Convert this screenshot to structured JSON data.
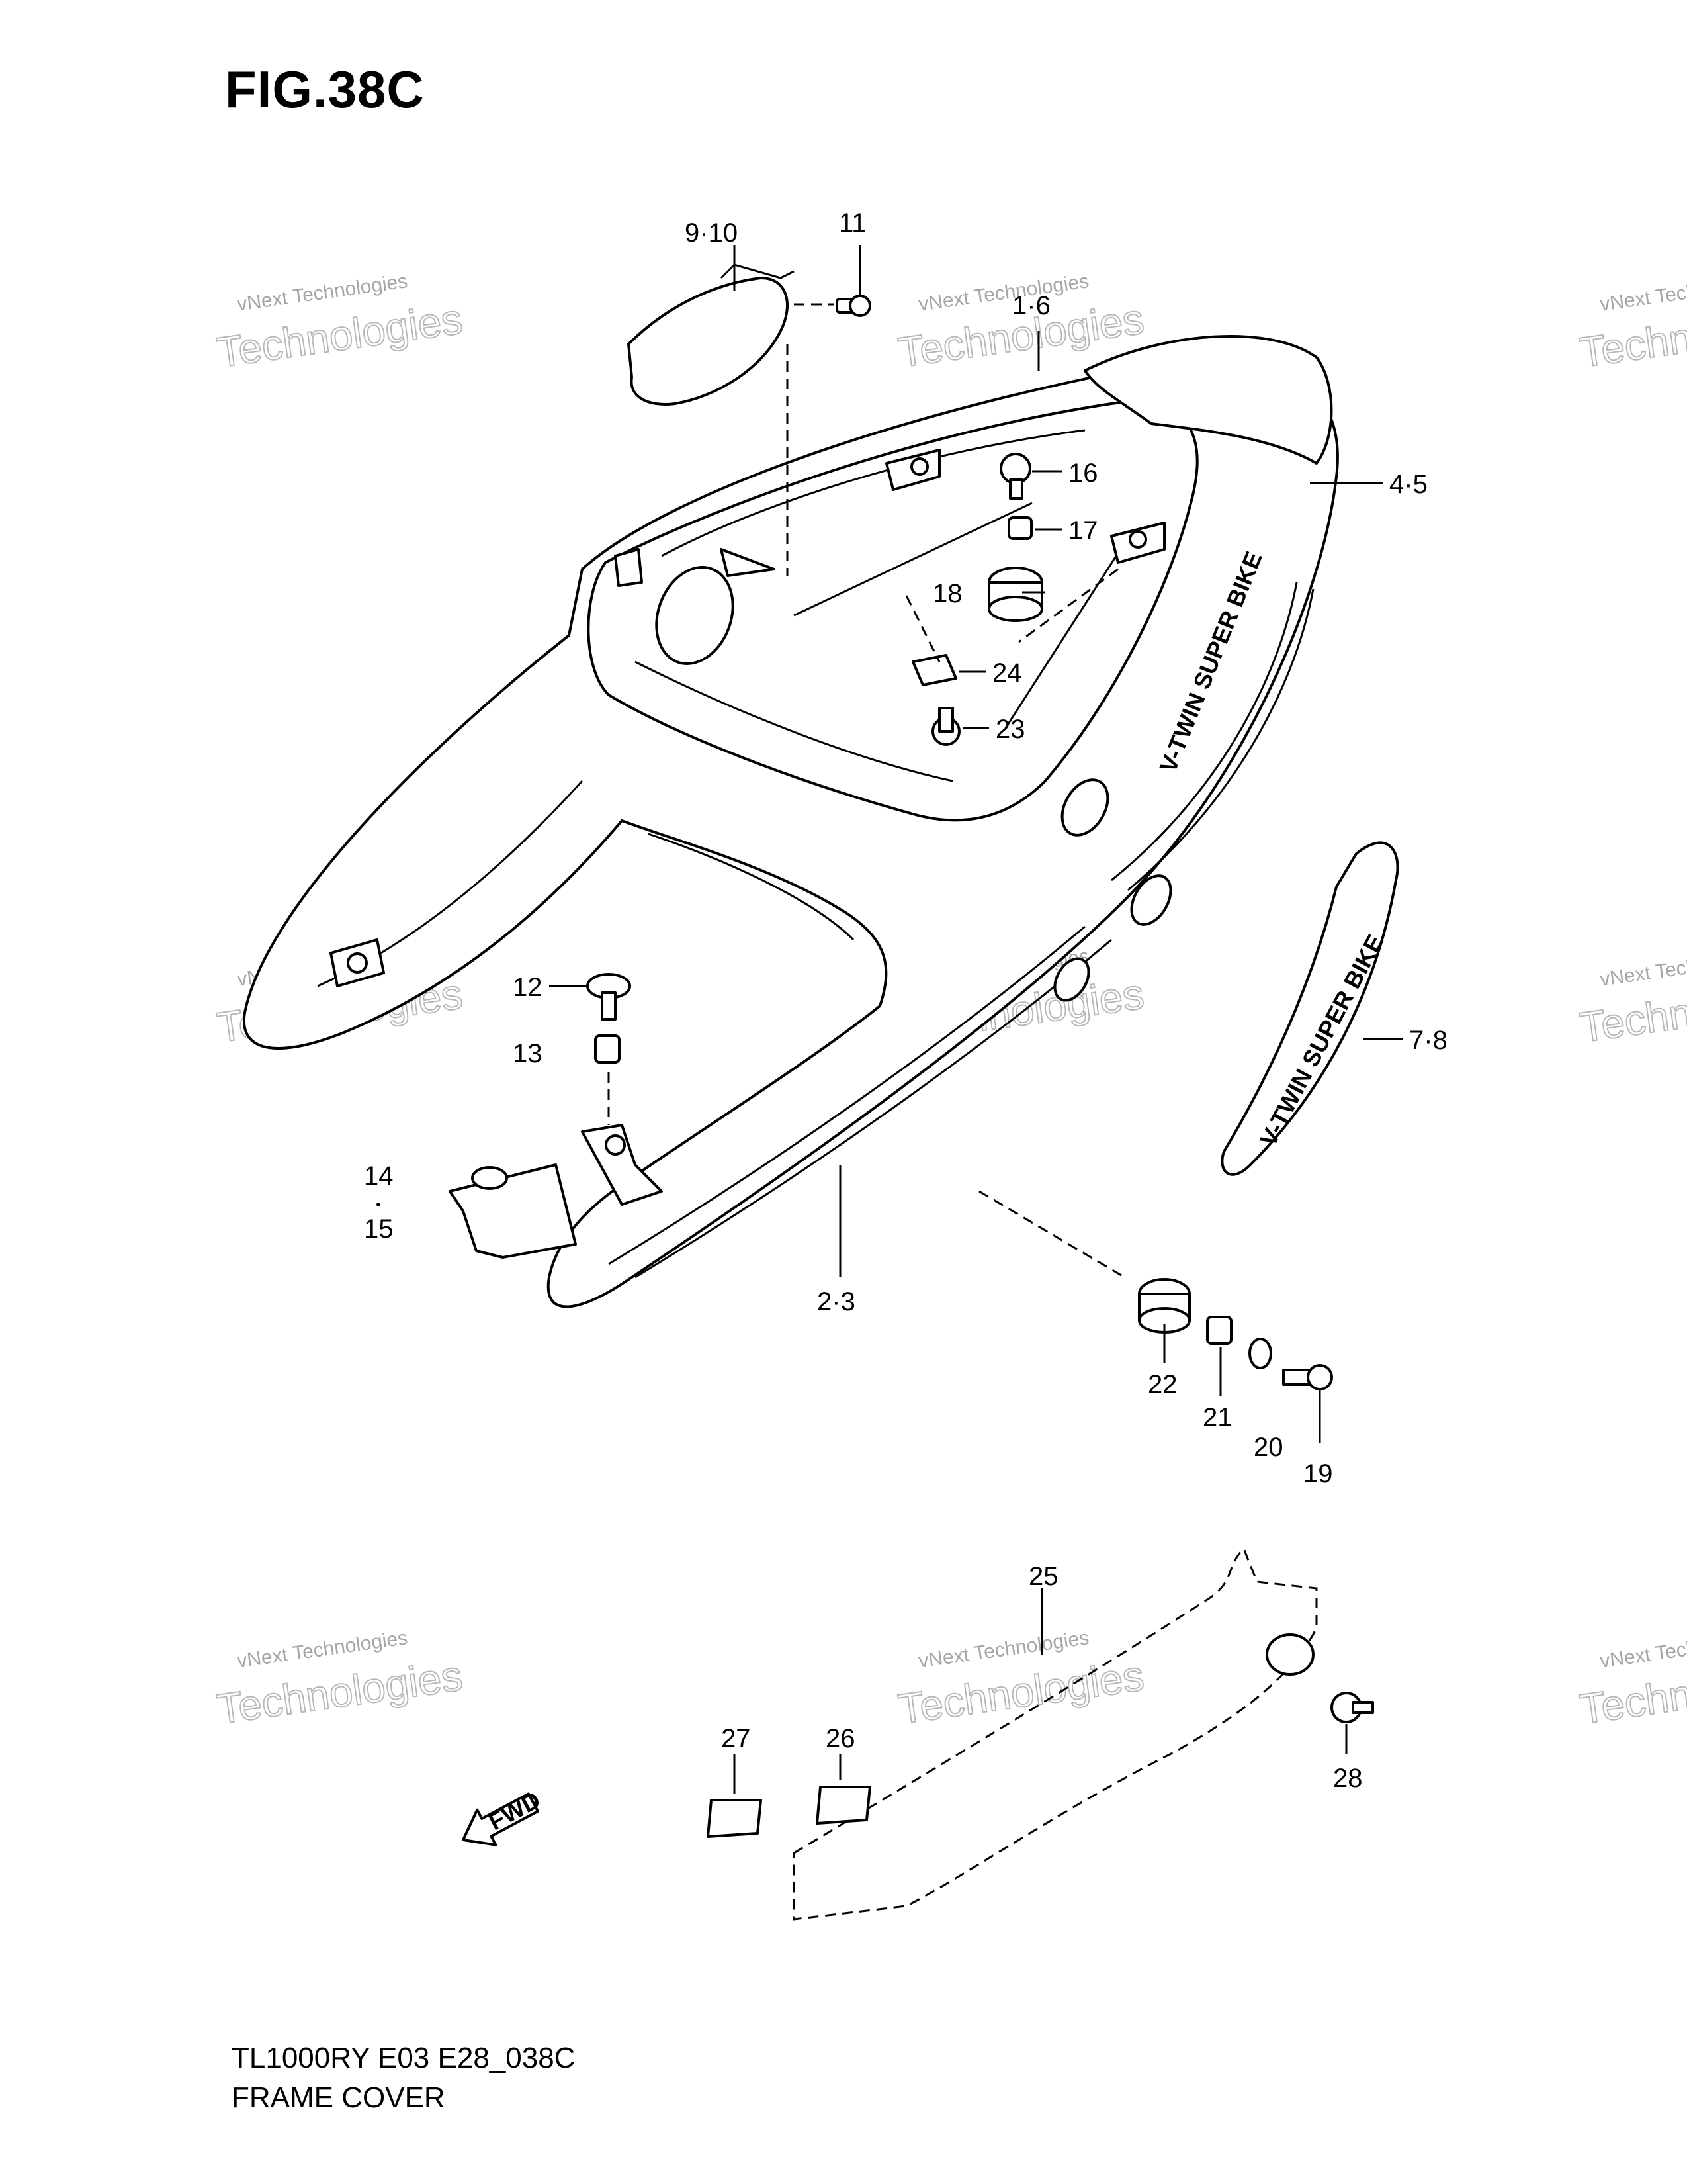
{
  "figure": {
    "title": "FIG.38C",
    "model_code": "TL1000RY E03 E28_038C",
    "name": "FRAME COVER"
  },
  "decals": {
    "main": "V-TWIN SUPER BIKE",
    "side": "V-TWIN SUPER BIKE",
    "arrow": "FWD"
  },
  "watermark": {
    "small": "vNext Technologies",
    "large": "Technologies"
  },
  "callouts": [
    {
      "id": "c-9-10",
      "label": "9·10"
    },
    {
      "id": "c-11",
      "label": "11"
    },
    {
      "id": "c-1-6",
      "label": "1·6"
    },
    {
      "id": "c-4-5",
      "label": "4·5"
    },
    {
      "id": "c-16",
      "label": "16"
    },
    {
      "id": "c-17",
      "label": "17"
    },
    {
      "id": "c-18",
      "label": "18"
    },
    {
      "id": "c-24",
      "label": "24"
    },
    {
      "id": "c-23",
      "label": "23"
    },
    {
      "id": "c-12",
      "label": "12"
    },
    {
      "id": "c-13",
      "label": "13"
    },
    {
      "id": "c-14",
      "label": "14"
    },
    {
      "id": "c-15",
      "label": "15"
    },
    {
      "id": "c-7-8",
      "label": "7·8"
    },
    {
      "id": "c-2-3",
      "label": "2·3"
    },
    {
      "id": "c-22",
      "label": "22"
    },
    {
      "id": "c-21",
      "label": "21"
    },
    {
      "id": "c-20",
      "label": "20"
    },
    {
      "id": "c-19",
      "label": "19"
    },
    {
      "id": "c-25",
      "label": "25"
    },
    {
      "id": "c-27",
      "label": "27"
    },
    {
      "id": "c-26",
      "label": "26"
    },
    {
      "id": "c-28",
      "label": "28"
    }
  ]
}
